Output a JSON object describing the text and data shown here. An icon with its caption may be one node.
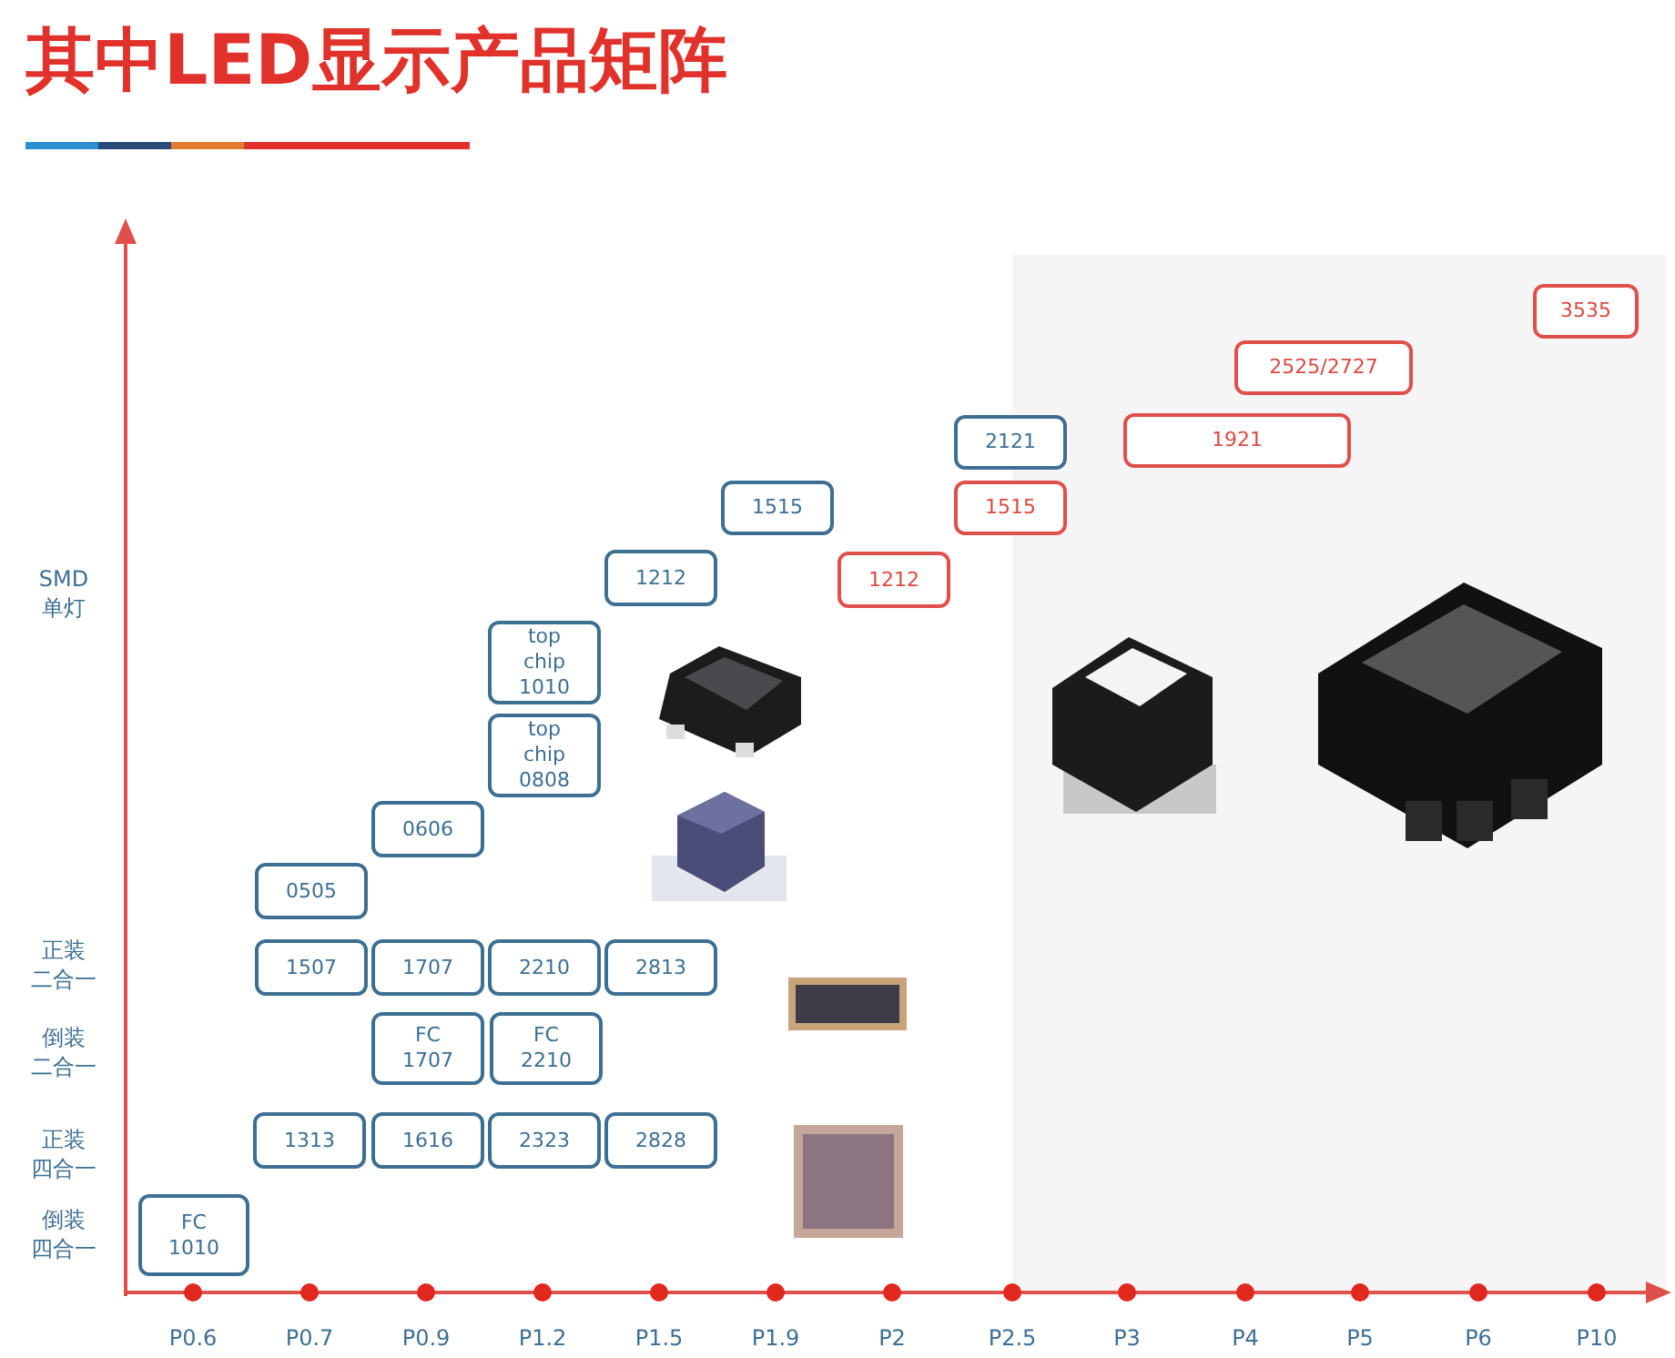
{
  "diagram": {
    "title": "其中LED显示产品矩阵",
    "nodes": [
      {
        "text": [
          "3535"
        ]
      },
      {
        "text": [
          "2525/2727"
        ]
      },
      {
        "text": [
          "2121"
        ]
      },
      {
        "text": [
          "1921"
        ]
      },
      {
        "text": [
          "1515"
        ]
      },
      {
        "text": [
          "1515"
        ]
      },
      {
        "text": [
          "1212"
        ]
      },
      {
        "text": [
          "1212"
        ]
      },
      {
        "text": [
          "top chip 1010"
        ]
      },
      {
        "text": [
          "top chip 0808"
        ]
      },
      {
        "text": [
          "0606"
        ]
      },
      {
        "text": [
          "0505"
        ]
      },
      {
        "text": [
          "1507"
        ]
      },
      {
        "text": [
          "1707"
        ]
      },
      {
        "text": [
          "2210"
        ]
      },
      {
        "text": [
          "2813"
        ]
      },
      {
        "text": [
          "FC 1707"
        ]
      },
      {
        "text": [
          "FC 2210"
        ]
      },
      {
        "text": [
          "1313"
        ]
      },
      {
        "text": [
          "1616"
        ]
      },
      {
        "text": [
          "2323"
        ]
      },
      {
        "text": [
          "2828"
        ]
      },
      {
        "text": [
          "FC 1010"
        ]
      }
    ],
    "labels": [
      "SMD 单灯",
      "正装二合一",
      "倒装二合一",
      "正装四合一",
      "倒装四合一",
      "P0.6",
      "P0.7",
      "P0.9",
      "P1.2",
      "P1.5",
      "P1.9",
      "P2",
      "P2.5",
      "P3",
      "P4",
      "P5",
      "P6",
      "P10"
    ]
  }
}
